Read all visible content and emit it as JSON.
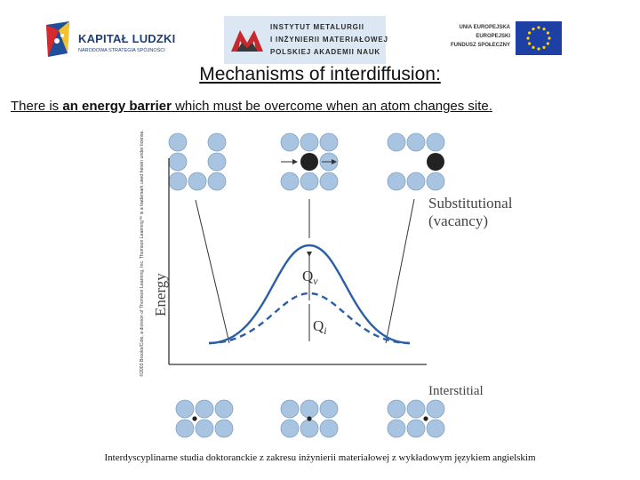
{
  "header": {
    "left_logo": {
      "title": "KAPITAŁ LUDZKI",
      "subtitle": "NARODOWA STRATEGIA SPÓJNOŚCI"
    },
    "center_logo": {
      "lines": [
        "INSTYTUT METALURGII",
        "I INŻYNIERII MATERIAŁOWEJ",
        "POLSKIEJ AKADEMII NAUK"
      ]
    },
    "right_logo": {
      "lines": [
        "UNIA EUROPEJSKA",
        "EUROPEJSKI",
        "FUNDUSZ SPOŁECZNY"
      ]
    }
  },
  "title": "Mechanisms of interdiffusion:",
  "intro": {
    "part1": "There is ",
    "emphasis": "an energy barrier",
    "part2": " which must be overcome when an atom changes site."
  },
  "copyright_note": "©2003 Brooks/Cole, a division of Thomson Learning, Inc. Thomson Learning™ is a trademark used herein under license.",
  "diagram": {
    "labels": {
      "substitutional_line1": "Substitutional",
      "substitutional_line2": "(vacancy)",
      "interstitial": "Interstitial",
      "energy_axis": "Energy",
      "qv_main": "Q",
      "qv_sub": "v",
      "qi_main": "Q",
      "qi_sub": "i"
    },
    "colors": {
      "host_atom": "#a8c4e0",
      "migrating_atom": "#222222",
      "curve": "#2a5fa8",
      "axis": "#333333"
    }
  },
  "footer": "Interdyscyplinarne studia doktoranckie z zakresu inżynierii materiałowej z wykładowym językiem angielskim"
}
